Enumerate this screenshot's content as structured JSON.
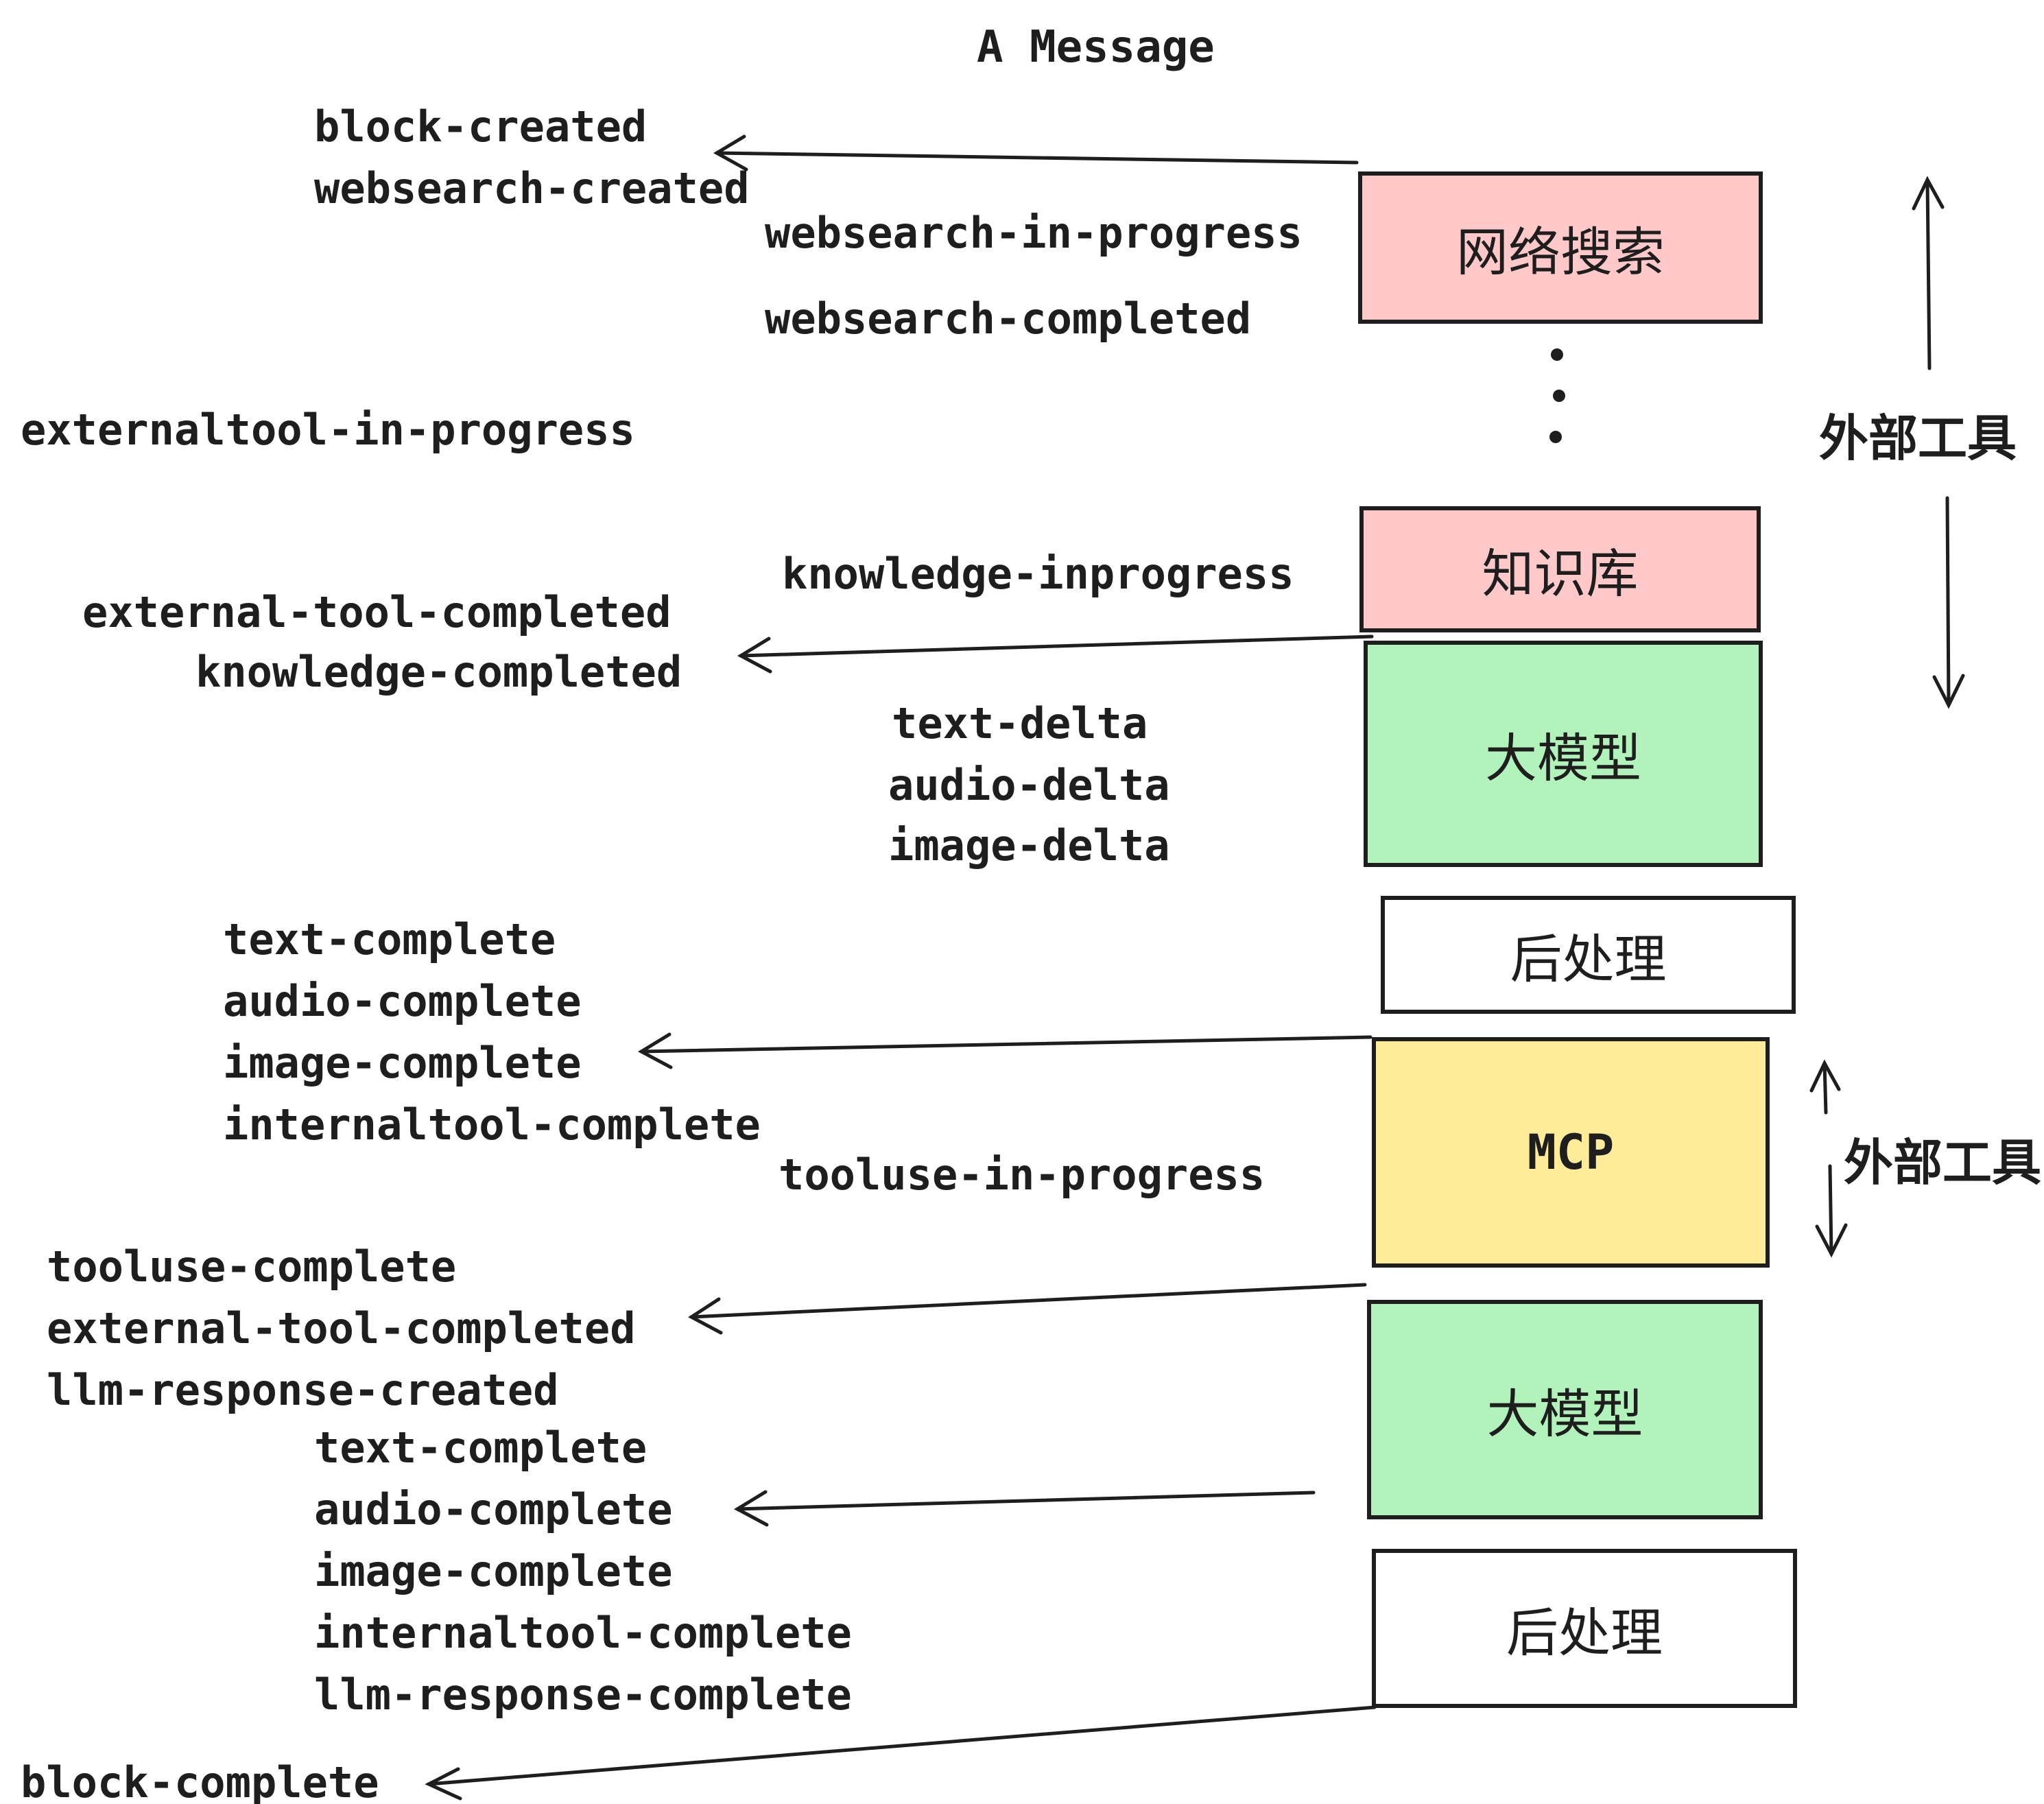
{
  "title": "A Message",
  "colors": {
    "stroke": "#1e1e1e",
    "pink_fill": "#ffc9c9",
    "green_fill": "#b2f2bb",
    "yellow_fill": "#ffec99",
    "white_fill": "#ffffff"
  },
  "nodes": [
    {
      "id": "websearch",
      "label": "网络搜索",
      "fill": "pink"
    },
    {
      "id": "knowledge",
      "label": "知识库",
      "fill": "pink"
    },
    {
      "id": "llm-1",
      "label": "大模型",
      "fill": "green"
    },
    {
      "id": "postprocess-1",
      "label": "后处理",
      "fill": "white"
    },
    {
      "id": "mcp",
      "label": "MCP",
      "fill": "yellow"
    },
    {
      "id": "llm-2",
      "label": "大模型",
      "fill": "green"
    },
    {
      "id": "postprocess-2",
      "label": "后处理",
      "fill": "white"
    }
  ],
  "side_labels": [
    {
      "label": "外部工具"
    },
    {
      "label": "外部工具"
    }
  ],
  "events": [
    {
      "text": "block-created"
    },
    {
      "text": "websearch-created"
    },
    {
      "text": "websearch-in-progress"
    },
    {
      "text": "websearch-completed"
    },
    {
      "text": "externaltool-in-progress"
    },
    {
      "text": "knowledge-inprogress"
    },
    {
      "text": "external-tool-completed"
    },
    {
      "text": "knowledge-completed"
    },
    {
      "text": "text-delta"
    },
    {
      "text": "audio-delta"
    },
    {
      "text": "image-delta"
    },
    {
      "text": "text-complete"
    },
    {
      "text": "audio-complete"
    },
    {
      "text": "image-complete"
    },
    {
      "text": "internaltool-complete"
    },
    {
      "text": "tooluse-in-progress"
    },
    {
      "text": "tooluse-complete"
    },
    {
      "text": "external-tool-completed"
    },
    {
      "text": "llm-response-created"
    },
    {
      "text": "text-complete"
    },
    {
      "text": "audio-complete"
    },
    {
      "text": "image-complete"
    },
    {
      "text": "internaltool-complete"
    },
    {
      "text": "llm-response-complete"
    },
    {
      "text": "block-complete"
    }
  ]
}
